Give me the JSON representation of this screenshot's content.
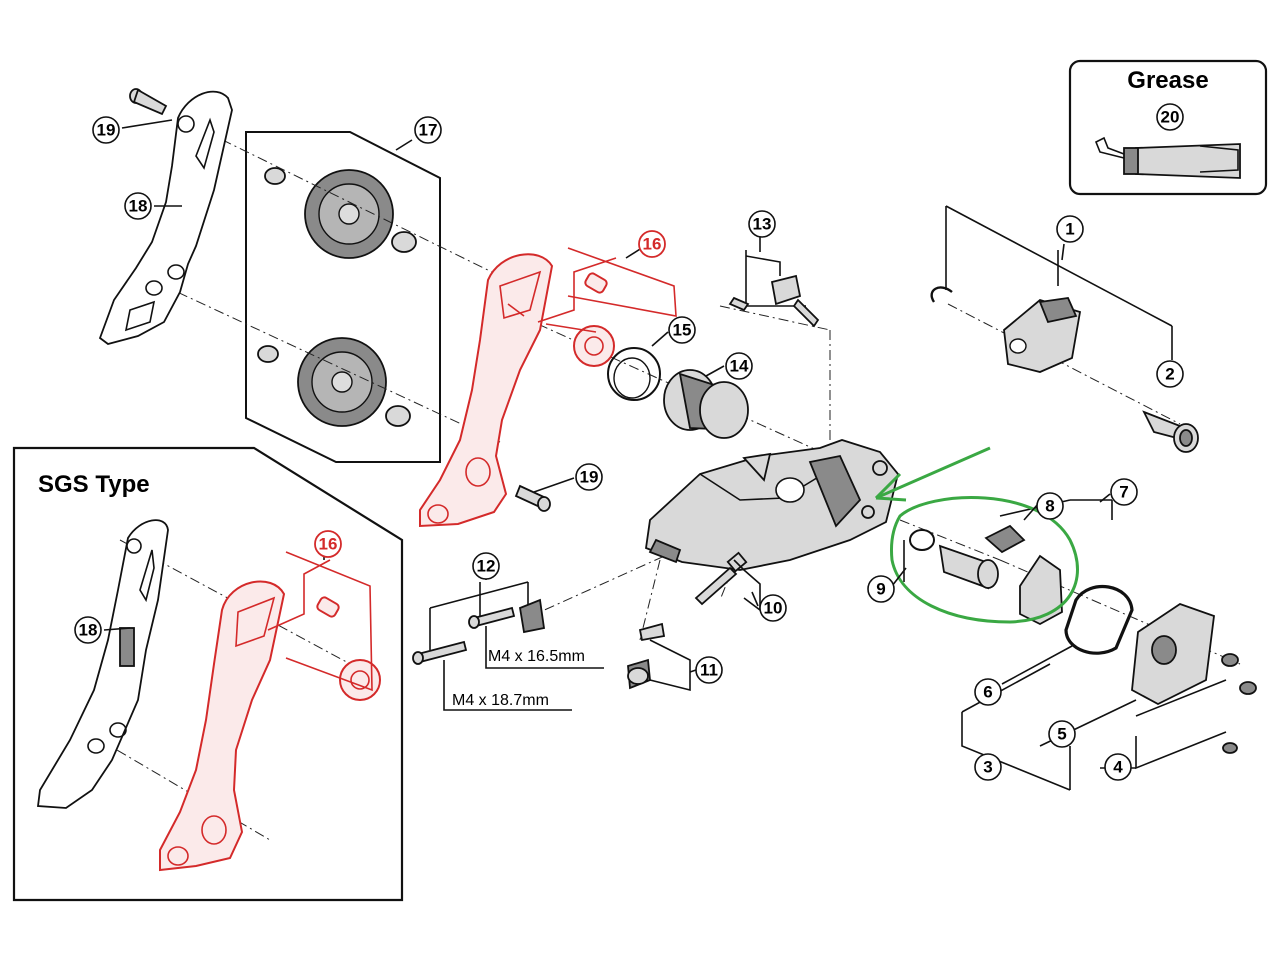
{
  "colors": {
    "line": "#111111",
    "highlight_red": "#d42a2a",
    "annotation_green": "#3aa843",
    "part_fill": "#d9d9d9"
  },
  "grease_box": {
    "title": "Grease",
    "callout": "20"
  },
  "sgs_box": {
    "title": "SGS Type"
  },
  "dimensions": {
    "bolt_short": "M4 x 16.5mm",
    "bolt_long": "M4 x 18.7mm"
  },
  "callouts": {
    "c1": "1",
    "c2": "2",
    "c3": "3",
    "c4": "4",
    "c5": "5",
    "c6": "6",
    "c7": "7",
    "c8": "8",
    "c9": "9",
    "c10": "10",
    "c11": "11",
    "c12": "12",
    "c13": "13",
    "c14": "14",
    "c15": "15",
    "c16": "16",
    "c16b": "16",
    "c17": "17",
    "c18": "18",
    "c18b": "18",
    "c19": "19",
    "c19b": "19"
  }
}
